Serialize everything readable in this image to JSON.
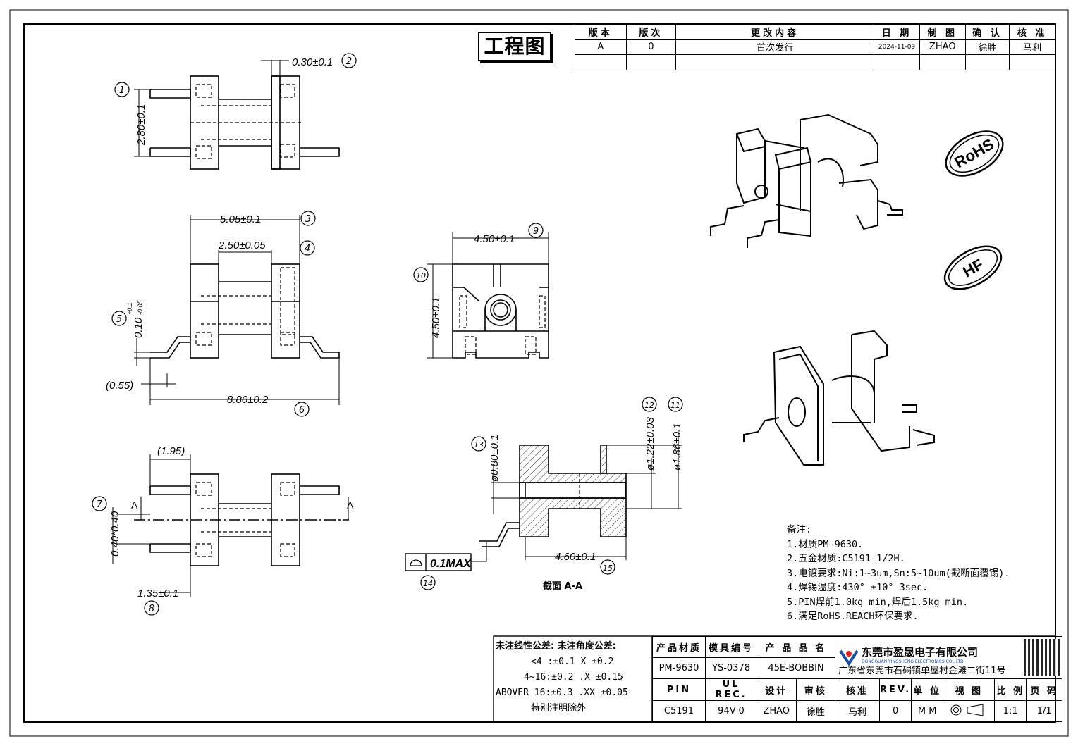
{
  "title": "工程图",
  "revision_table": {
    "headers": [
      "版本",
      "版次",
      "更改内容",
      "日 期",
      "制 图",
      "确 认",
      "核 准"
    ],
    "rows": [
      [
        "A",
        "0",
        "首次发行",
        "2024-11-09",
        "ZHAO",
        "徐胜",
        "马利"
      ]
    ]
  },
  "balloons": [
    "1",
    "2",
    "3",
    "4",
    "5",
    "6",
    "7",
    "8",
    "9",
    "10",
    "11",
    "12",
    "13",
    "14",
    "15"
  ],
  "dimensions": {
    "d1": "0.30±0.1",
    "d2": "2.80±0.1",
    "d3": "5.05±0.1",
    "d4": "2.50±0.05",
    "d5": "0.10",
    "d5_sup": "+0.1",
    "d5_sub": "-0.05",
    "d6": "(0.55)",
    "d7": "8.80±0.2",
    "d8": "(1.95)",
    "d9": "0.40*0.40",
    "d10": "1.35±0.1",
    "d11": "4.50±0.1",
    "d12": "4.50±0.1",
    "d13": "ø0.80±0.1",
    "d14": "ø1.22±0.03",
    "d15": "ø1.86±0.1",
    "d16": "4.60±0.1",
    "flatness": "0.1MAX",
    "section_mark": "A"
  },
  "section_label": "截面 A-A",
  "marks": {
    "rohs": "RoHS",
    "hf": "HF"
  },
  "notes": {
    "heading": "备注:",
    "items": [
      "1.材质PM-9630.",
      "2.五金材质:C5191-1/2H.",
      "3.电镀要求:Ni:1~3um,Sn:5~10um(截断面覆锡).",
      "4.焊锡温度:430° ±10° 3sec.",
      "5.PIN焊前1.0kg min,焊后1.5kg min.",
      "6.满足RoHS.REACH环保要求."
    ]
  },
  "tolerance": {
    "line1": "未注线性公差: 未注角度公差:",
    "line2": "<4 :±0.1  X ±0.2",
    "line3": "4~16:±0.2  .X ±0.15",
    "line4": "ABOVER 16:±0.3  .XX ±0.05",
    "line5": "特别注明除外"
  },
  "title_block": {
    "h_material": "产品材质",
    "h_mold": "模具编号",
    "h_name": "产 品 品 名",
    "material": "PM-9630",
    "mold": "YS-0378",
    "name": "45E-BOBBIN",
    "company": "东莞市盈晟电子有限公司",
    "company_en": "DONGGUAN YINGSHENG ELECTRONICS CO., LTD",
    "brand": "yingsheng",
    "address": "广东省东莞市石碣镇单屋村金滩二街11号",
    "h_pin": "PIN",
    "h_ul": "UL REC.",
    "h_design": "设计",
    "h_review": "审核",
    "h_approve": "核准",
    "h_rev": "REV.",
    "h_unit": "单 位",
    "h_view": "视 图",
    "h_scale": "比 例",
    "h_page": "页 码",
    "pin": "C5191",
    "ul": "94V-0",
    "design": "ZHAO",
    "review": "徐胜",
    "approve": "马利",
    "rev": "0",
    "unit": "M M",
    "scale": "1:1",
    "page": "1/1"
  }
}
